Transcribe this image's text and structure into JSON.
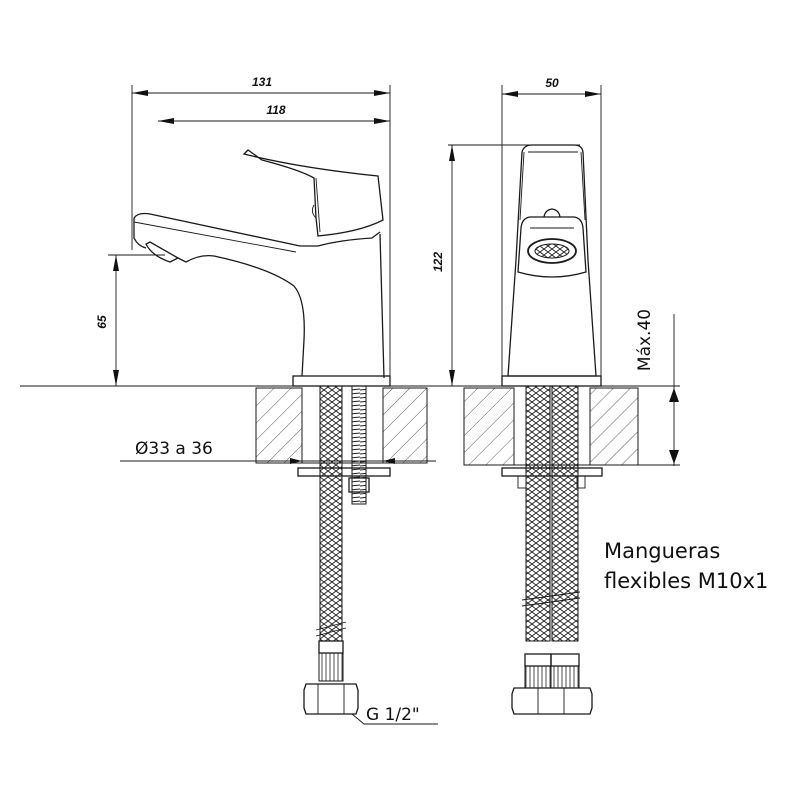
{
  "drawing": {
    "title": "Faucet technical drawing",
    "side_view": {
      "dim_overall_width": "131",
      "dim_spout_reach": "118",
      "dim_spout_height": "65",
      "dim_hole_diameter": "Ø33 a 36",
      "connection_label": "G 1/2\""
    },
    "front_view": {
      "dim_width": "50",
      "dim_height": "122",
      "dim_max_counter_thickness": "Máx.40"
    },
    "hoses_note": {
      "line1": "Mangueras",
      "line2": "flexibles M10x1"
    },
    "colors": {
      "line": "#1a1a1a",
      "background": "#ffffff"
    }
  }
}
